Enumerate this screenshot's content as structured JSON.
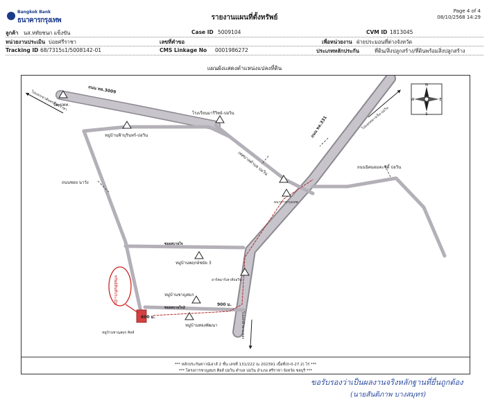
{
  "header": {
    "bank_en": "Bangkok Bank",
    "bank_th": "ธนาคารกรุงเทพ",
    "title": "รายงานแผนที่ตั้งทรัพย์",
    "page": "Page 4 of 4",
    "datetime": "08/10/2568 14:29"
  },
  "info": {
    "customer_label": "ลูกค้า",
    "customer_value": "นส.หทัยชนก แข็งขัน",
    "case_label": "Case ID",
    "case_value": "5009104",
    "cvm_label": "CVM ID",
    "cvm_value": "1813045",
    "unit_label": "หน่วยงานประเมิน",
    "unit_value": "บ่อยศรีราชา",
    "req_label": "เลขที่คำขอ",
    "purpose_label": "เพื่อหน่วยงาน",
    "purpose_value": "ฝ่ายประมอนที่ต่างจังหวัด",
    "tracking_label": "Tracking ID",
    "tracking_value": "68/7315s1/5008142-01",
    "cms_label": "CMS Linkage No",
    "cms_value": "0001986272",
    "type_label": "ประเภทหลักประกัน",
    "type_value": "ที่ดิน/สิ่งปลูกสร้าง/ที่ดินพร้อมสิ่งปลูกสร้าง"
  },
  "map": {
    "title": "แผนผังแสดงตำแหน่งแปลงที่ดิน",
    "labels": {
      "road_3009": "ถนน ทล.3009",
      "ptt": "ปั๊ม ปตท.",
      "to_sriracha": "ไปแยกเขาคันทรง-ศรีราชา",
      "school": "โรงเรียนมารีวิทย์-บ่อวิน",
      "village_fah": "หมู่บ้านฟ้าบุรินทร์-บ่อวิน",
      "road_331": "ถนน ทล.331",
      "to_bowin": "ไปแยกทหารเรือ-บ่อวิน",
      "municipality": "เทศบาลตำบล บ่อวิน",
      "road_nawang": "ถนนซอย นาวัง",
      "road_nikhom": "ถนนนิคมอมตะซิตี้ บ่อวิน",
      "bank_branch": "ธนาคารกรุงเทพ",
      "soi_sabai": "ซอยสบายใจ",
      "village_3": "หมู่บ้านพฤกษ์ชมัย 3",
      "church": "อาร์ตมาร์เฮาส์บ่อวิน",
      "village_chan": "หมู่บ้านชาญสมร",
      "soi_sabai2": "ซอยสบายใจ2",
      "dist_900": "900 ม.",
      "dist_600": "600 ม.",
      "village_thong": "หมู่บ้านทองพัฒนา",
      "village_chan_site": "หมู่บ้านชาญสมร ศิลส์",
      "subject": "ทรัพย์สินที่ประเมิน",
      "to_rayong": "ไปแยกบ้าน-ระยอง"
    },
    "compass": {
      "n": "N",
      "s": "S",
      "e": "E",
      "w": "W"
    },
    "footer_line1": "*** หลักประกันทาวน์เฮาส์ 2 ชั้น เลขที่ 131/222 ณ 202391 เนื้อที่(0-0-27.2) ไร่ ***",
    "footer_line2": "***  โครงการชาญสมร ศิลส์ บ่อวิน ตำบล บ่อวิน อำเภอ ศรีราชา จังหวัด ชลบุรี ***"
  },
  "handwriting": {
    "line1": "ขอรับรองว่าเป็นผลงานจริงหลักฐานที่ยื่นถูกต้อง",
    "line2": "(นายสันติภาพ บางสมุทร)"
  },
  "colors": {
    "road": "#c8c4cc",
    "road_edge": "#8c8890",
    "subject": "#d64040",
    "route": "#b03030",
    "bank_blue": "#1a3a8a"
  }
}
